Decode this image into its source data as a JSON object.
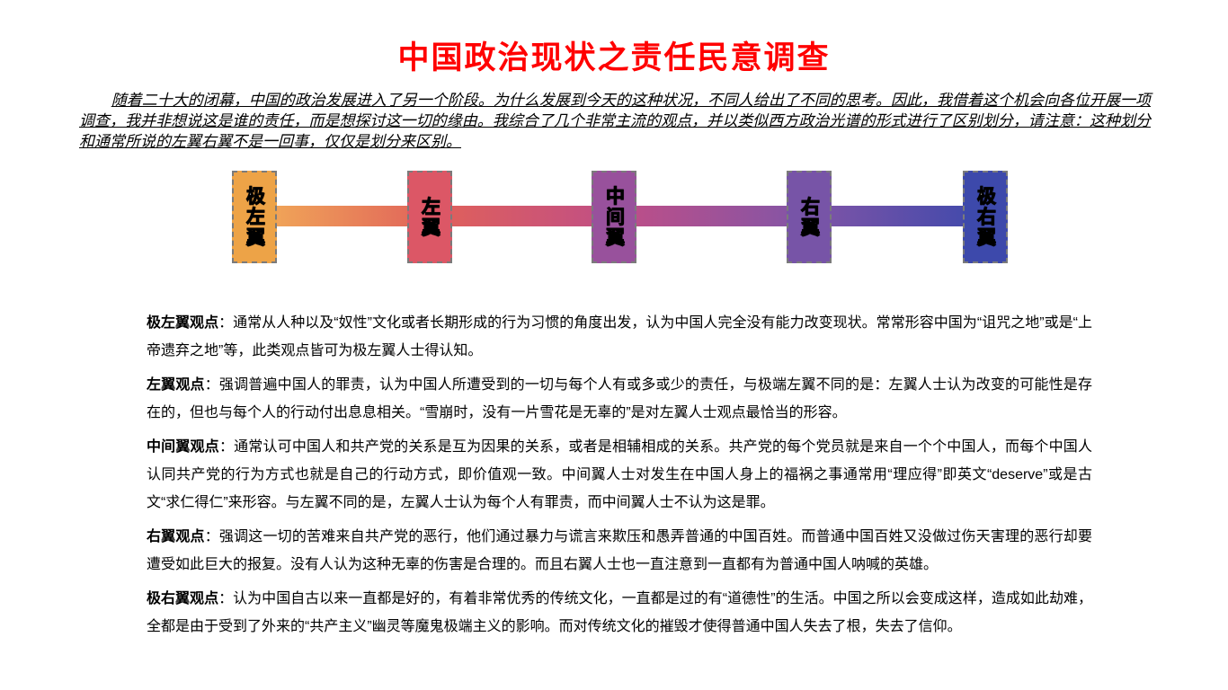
{
  "page": {
    "title": "中国政治现状之责任民意调查",
    "title_color": "#ff0000",
    "intro": "随着二十大的闭幕，中国的政治发展进入了另一个阶段。为什么发展到今天的这种状况，不同人给出了不同的思考。因此，我借着这个机会向各位开展一项调查，我并非想说这是谁的责任，而是想探讨这一切的缘由。我综合了几个非常主流的观点，并以类似西方政治光谱的形式进行了区别划分，请注意：这种划分和通常所说的左翼右翼不是一回事，仅仅是划分来区别。"
  },
  "spectrum": {
    "items": [
      {
        "label": "极左翼",
        "color": "#eda347"
      },
      {
        "label": "左翼",
        "color": "#dc5766"
      },
      {
        "label": "中间翼",
        "color": "#98519c"
      },
      {
        "label": "右翼",
        "color": "#7754a7"
      },
      {
        "label": "极右翼",
        "color": "#3d49ab"
      }
    ],
    "bar_gradient_colors": [
      "#f2ac58",
      "#e0605a",
      "#bf4e87",
      "#8355a6",
      "#3e49ac"
    ]
  },
  "paragraphs": [
    {
      "label": "极左翼观点",
      "text": "：通常从人种以及“奴性”文化或者长期形成的行为习惯的角度出发，认为中国人完全没有能力改变现状。常常形容中国为“诅咒之地”或是“上帝遗弃之地”等，此类观点皆可为极左翼人士得认知。"
    },
    {
      "label": "左翼观点",
      "text": "：强调普遍中国人的罪责，认为中国人所遭受到的一切与每个人有或多或少的责任，与极端左翼不同的是：左翼人士认为改变的可能性是存在的，但也与每个人的行动付出息息相关。“雪崩时，没有一片雪花是无辜的”是对左翼人士观点最恰当的形容。"
    },
    {
      "label": "中间翼观点",
      "text": "：通常认可中国人和共产党的关系是互为因果的关系，或者是相辅相成的关系。共产党的每个党员就是来自一个个中国人，而每个中国人认同共产党的行为方式也就是自己的行动方式，即价值观一致。中间翼人士对发生在中国人身上的福祸之事通常用“理应得”即英文“deserve”或是古文“求仁得仁”来形容。与左翼不同的是，左翼人士认为每个人有罪责，而中间翼人士不认为这是罪。"
    },
    {
      "label": "右翼观点",
      "text": "：强调这一切的苦难来自共产党的恶行，他们通过暴力与谎言来欺压和愚弄普通的中国百姓。而普通中国百姓又没做过伤天害理的恶行却要遭受如此巨大的报复。没有人认为这种无辜的伤害是合理的。而且右翼人士也一直注意到一直都有为普通中国人呐喊的英雄。"
    },
    {
      "label": "极右翼观点",
      "text": "：认为中国自古以来一直都是好的，有着非常优秀的传统文化，一直都是过的有“道德性”的生活。中国之所以会变成这样，造成如此劫难，全都是由于受到了外来的“共产主义”幽灵等魔鬼极端主义的影响。而对传统文化的摧毁才使得普通中国人失去了根，失去了信仰。"
    }
  ]
}
